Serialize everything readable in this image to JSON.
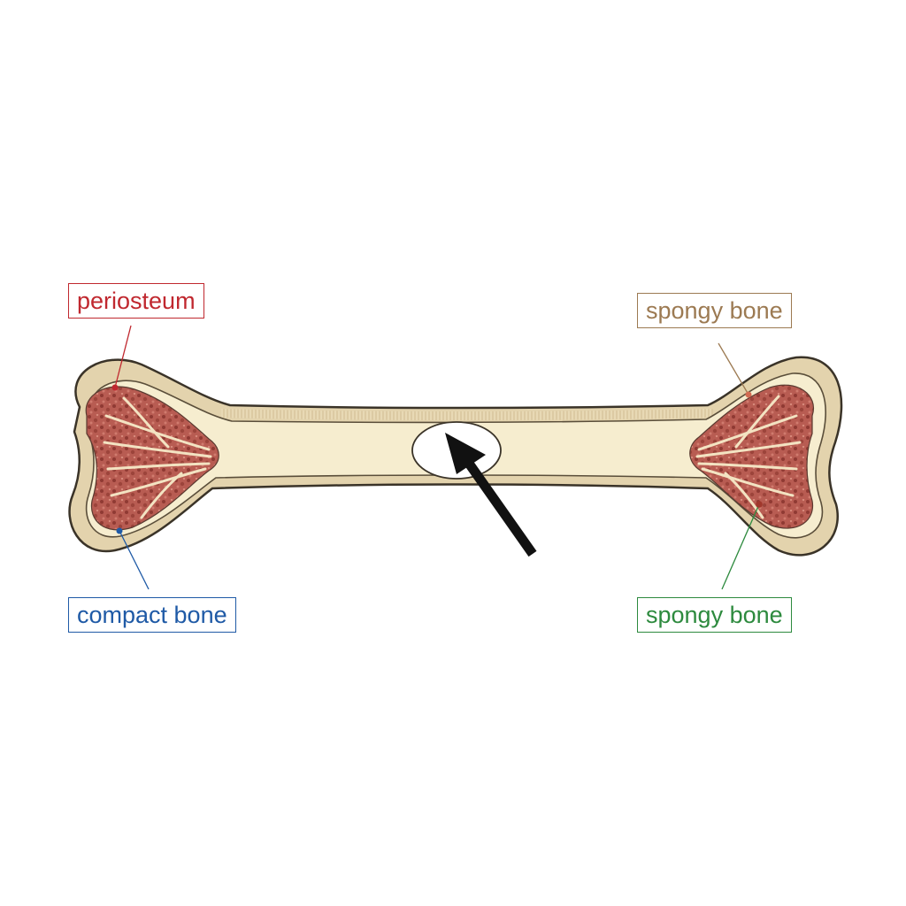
{
  "labels": {
    "periosteum": {
      "text": "periosteum",
      "color": "#c0282f"
    },
    "compact_bone": {
      "text": "compact bone",
      "color": "#1f5aa6"
    },
    "spongy_bone_top": {
      "text": "spongy bone",
      "color": "#9c7a52"
    },
    "spongy_bone_bottom": {
      "text": "spongy bone",
      "color": "#2d8a3e"
    }
  },
  "colors": {
    "bone_fill": "#f6edcf",
    "bone_outline": "#3a3328",
    "periosteum_band": "#e3d3ad",
    "spongy_tissue": "#b4574e",
    "spongy_dark": "#7a2f2a",
    "cavity": "#ffffff",
    "arrow": "#111111"
  }
}
